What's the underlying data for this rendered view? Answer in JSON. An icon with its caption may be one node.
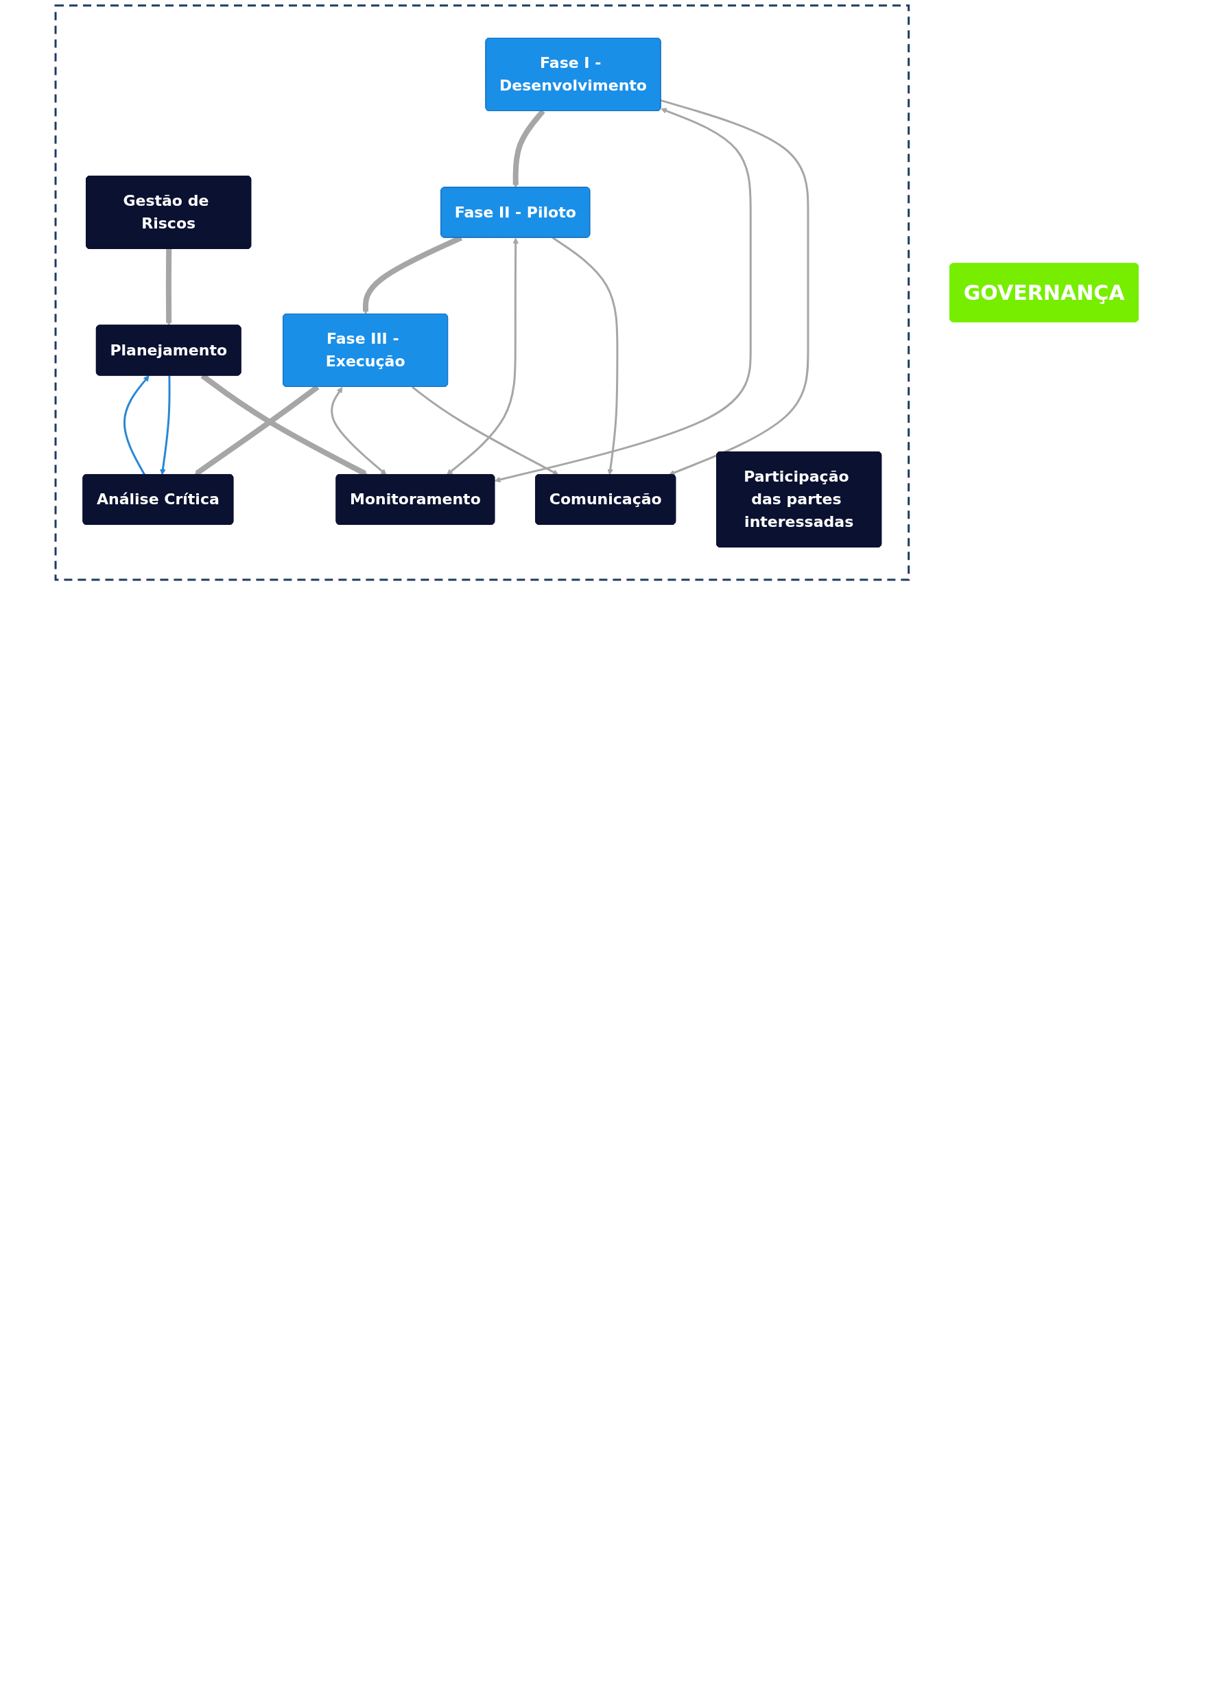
{
  "diagram": {
    "nodes": [
      {
        "text": [
          "GOVERNANÇA"
        ]
      },
      {
        "text": [],
        "shape": "box"
      },
      {
        "text": [
          "Gestão de Riscos"
        ],
        "in": 1
      },
      {
        "text": [
          "Planejamento"
        ],
        "in": 1
      },
      {
        "text": [
          "Comunicação"
        ],
        "in": 1
      },
      {
        "text": [
          "Fase I - Desenvolvimento"
        ],
        "in": 1
      },
      {
        "text": [
          "Monitoramento"
        ],
        "in": 1
      },
      {
        "text": [
          "Fase II - Piloto"
        ],
        "in": 1
      },
      {
        "text": [
          "Fase III - Execução"
        ],
        "in": 1
      },
      {
        "text": [
          "Análise Crítica"
        ],
        "in": 1
      },
      {
        "text": [
          "Participação das partes interessadas"
        ],
        "in": 1
      }
    ],
    "edges": [
      {
        "from": 2,
        "to": 3,
        "arrow": "to",
        "style": "thick"
      },
      {
        "from": 3,
        "to": 6,
        "arrow": "to",
        "style": "thick"
      },
      {
        "from": 5,
        "to": 4,
        "arrow": "to"
      },
      {
        "from": 5,
        "to": 6,
        "arrow": "both"
      },
      {
        "from": 5,
        "to": 7,
        "arrow": "to",
        "style": "thick"
      },
      {
        "from": 7,
        "to": 4,
        "arrow": "to"
      },
      {
        "from": 7,
        "to": 6,
        "arrow": "both"
      },
      {
        "from": 7,
        "to": 8,
        "arrow": "to",
        "style": "thick"
      },
      {
        "from": 8,
        "to": 4,
        "arrow": "to"
      },
      {
        "from": 8,
        "to": 6,
        "arrow": "both"
      },
      {
        "from": 8,
        "to": 9,
        "arrow": "to",
        "style": "thick"
      },
      {
        "from": 9,
        "to": 3,
        "arrow": "to",
        "color": "#2a87d6"
      },
      {
        "from": 3,
        "to": 9,
        "arrow": "to",
        "color": "#2a87d6"
      }
    ]
  }
}
